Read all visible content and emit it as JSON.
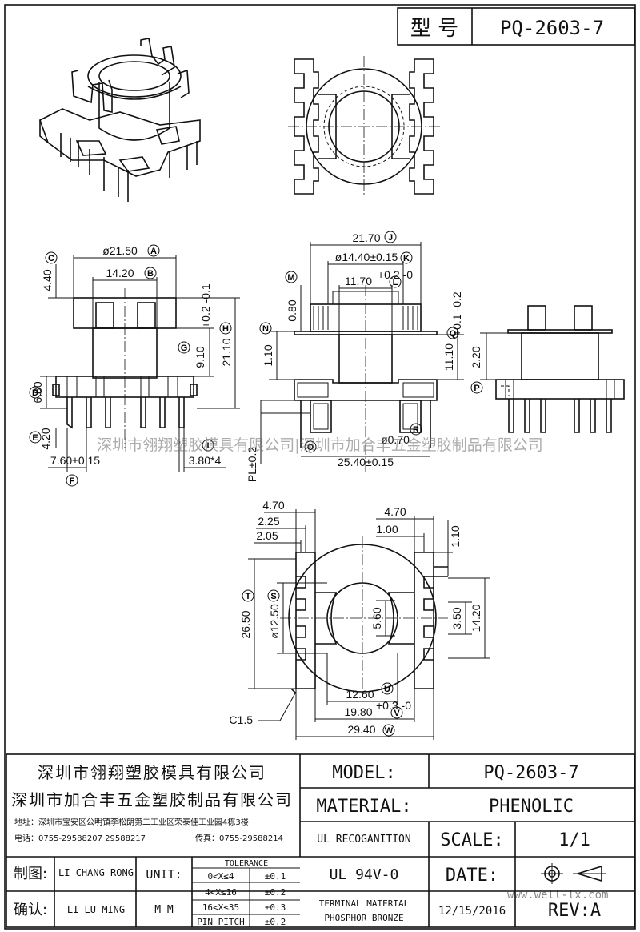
{
  "header": {
    "label": "型 号",
    "model": "PQ-2603-7"
  },
  "dimensions": {
    "A": "ø21.50",
    "B": "14.20",
    "C": "4.40",
    "D": "6.80",
    "E": "4.20",
    "F": "7.60±0.15",
    "G": "9.10",
    "G_tol": "+0.2 -0.1",
    "H": "21.10",
    "I": "3.80*4",
    "J": "21.70",
    "K": "ø14.40±0.15",
    "L": "11.70",
    "L_tol": "+0.2 -0",
    "M": "0.80",
    "N": "1.10",
    "PL": "PL±0.2",
    "O": "25.40±0.15",
    "R": "ø0.70",
    "Q": "11.10",
    "Q_tol": "+0.1 -0.2",
    "P": "2.20",
    "T": "26.50",
    "S": "ø12.50",
    "top_a": "4.70",
    "top_b": "2.25",
    "top_c": "2.05",
    "top_d": "4.70",
    "top_e": "1.00",
    "top_f": "1.10",
    "mid_a": "5.60",
    "mid_b": "3.50",
    "mid_c": "14.20",
    "U": "12.60",
    "V": "19.80",
    "V_tol": "+0.3 -0",
    "W": "29.40",
    "C15": "C1.5"
  },
  "markers": [
    "A",
    "B",
    "C",
    "D",
    "E",
    "F",
    "G",
    "H",
    "I",
    "J",
    "K",
    "L",
    "M",
    "N",
    "O",
    "P",
    "Q",
    "R",
    "S",
    "T",
    "U",
    "V",
    "W"
  ],
  "watermark": "深圳市翎翔塑胶模具有限公司|深圳市加合丰五金塑胶制品有限公司",
  "title_block": {
    "company1": "深圳市翎翔塑胶模具有限公司",
    "company2": "深圳市加合丰五金塑胶制品有限公司",
    "address": "地址：深圳市宝安区公明镇李松朗第二工业区荣泰佳工业园4栋3楼",
    "phone": "电话：0755-29588207  29588217",
    "fax": "传真：0755-29588214",
    "model_label": "MODEL:",
    "model_value": "PQ-2603-7",
    "material_label": "MATERIAL:",
    "material_value": "PHENOLIC",
    "ul_label": "UL RECOGANITION",
    "ul_value": "UL 94V-0",
    "scale_label": "SCALE:",
    "scale_value": "1/1",
    "date_label": "DATE:",
    "terminal_label": "TERMINAL MATERIAL",
    "terminal_value": "PHOSPHOR  BRONZE",
    "date_value": "12/15/2016",
    "rev": "REV:A",
    "drawn_label": "制图:",
    "drawn_by": "LI CHANG RONG",
    "check_label": "确认:",
    "checked_by": "LI LU MING",
    "unit_label": "UNIT:",
    "unit_value": "M M",
    "tol_title": "TOLERANCE",
    "tol_rows": [
      {
        "range": "0<X≤4",
        "tol": "±0.1"
      },
      {
        "range": "4<X≤16",
        "tol": "±0.2"
      },
      {
        "range": "16<X≤35",
        "tol": "±0.3"
      },
      {
        "range": "PIN PITCH",
        "tol": "±0.2"
      }
    ],
    "site": "www.well-lx.com"
  }
}
